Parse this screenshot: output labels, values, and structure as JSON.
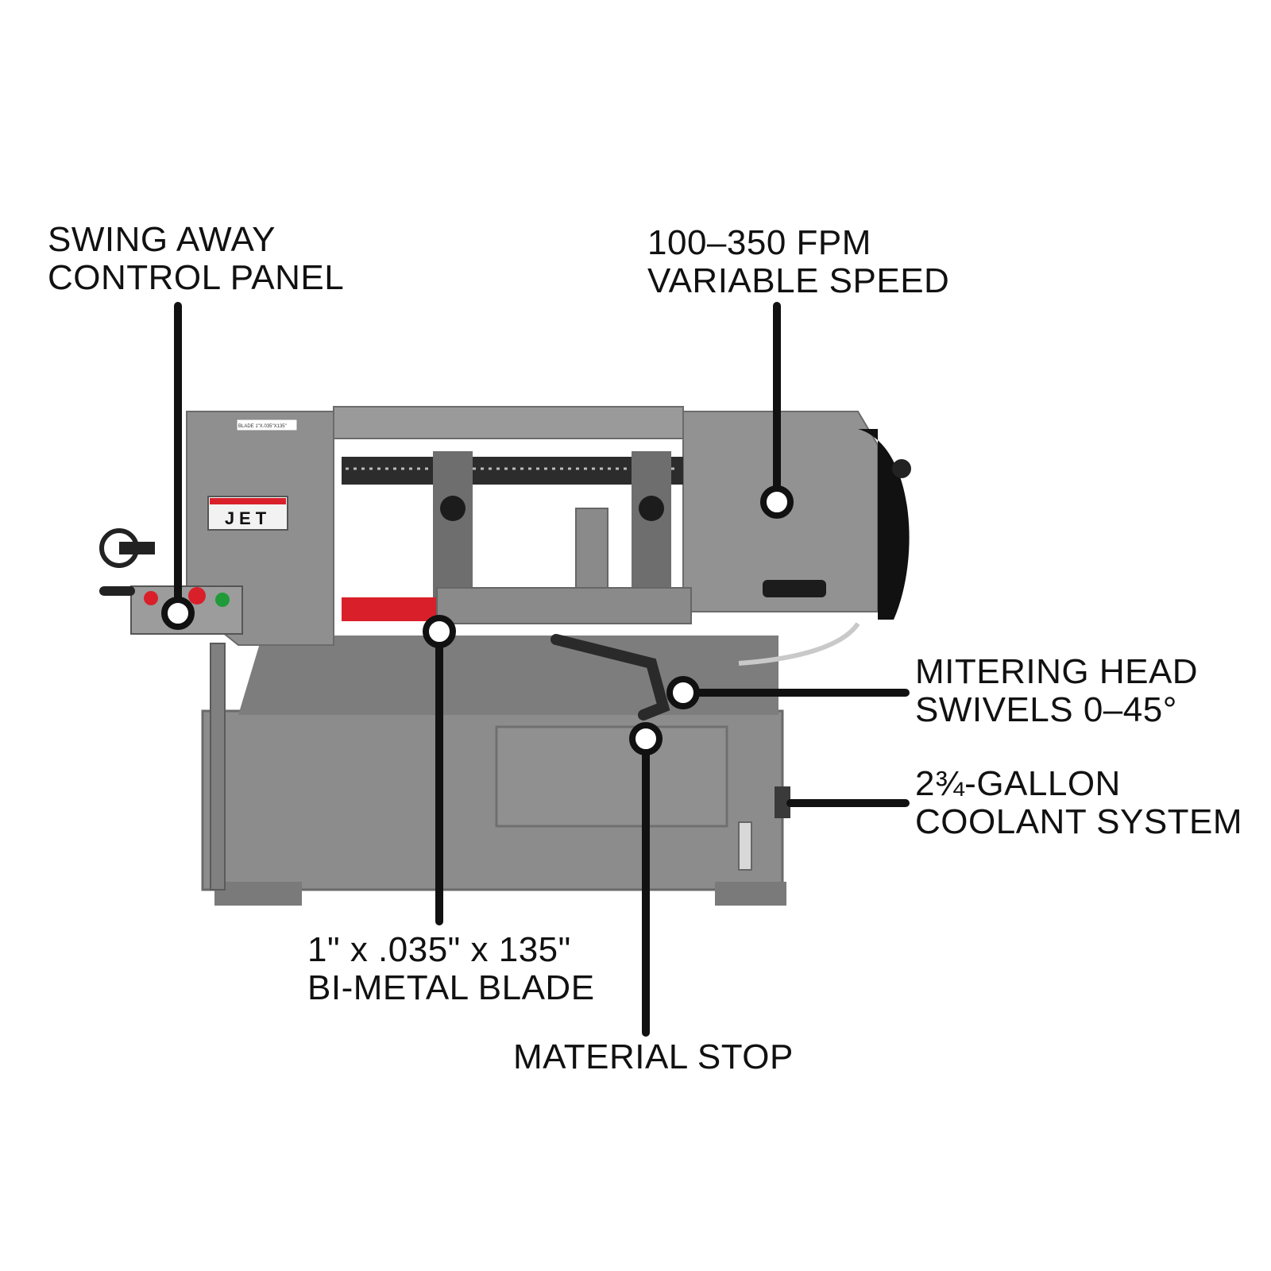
{
  "product": {
    "brand_logo": "JET",
    "plate_text": "BLADE 1\"X.035\"X135\""
  },
  "colors": {
    "background": "#ffffff",
    "machine_gray": "#8a8a8a",
    "machine_dark": "#5e5e5e",
    "accent_red": "#d9202a",
    "leader_line": "#111111"
  },
  "callouts": {
    "control_panel": {
      "line1": "SWING AWAY",
      "line2": "CONTROL PANEL"
    },
    "speed": {
      "line1": "100–350 FPM",
      "line2": "VARIABLE SPEED"
    },
    "mitering": {
      "line1": "MITERING HEAD",
      "line2": "SWIVELS 0–45°"
    },
    "coolant": {
      "line1": "2¾-GALLON",
      "line2": "COOLANT SYSTEM"
    },
    "blade": {
      "line1": "1\" x .035\" x 135\"",
      "line2": "BI-METAL BLADE"
    },
    "stop": {
      "line1": "MATERIAL STOP"
    }
  }
}
